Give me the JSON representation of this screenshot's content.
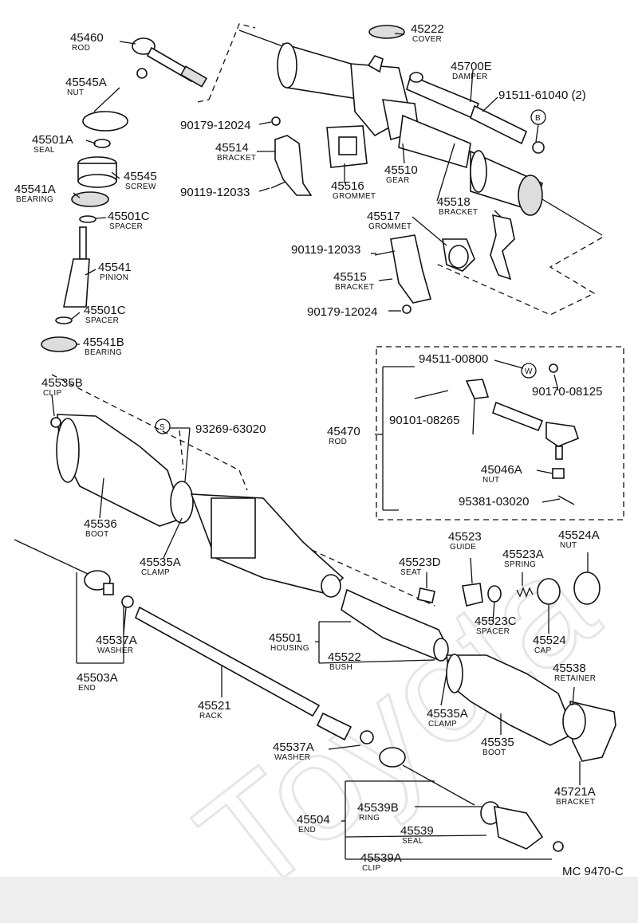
{
  "diagram_code": "MC 9470-C",
  "watermark": "Toyota",
  "callouts": [
    {
      "id": "c45460",
      "number": "45460",
      "name": "ROD"
    },
    {
      "id": "c45545A",
      "number": "45545A",
      "name": "NUT"
    },
    {
      "id": "c45501A",
      "number": "45501A",
      "name": "SEAL"
    },
    {
      "id": "c45545",
      "number": "45545",
      "name": "SCREW"
    },
    {
      "id": "c45541A",
      "number": "45541A",
      "name": "BEARING"
    },
    {
      "id": "c45501C",
      "number": "45501C",
      "name": "SPACER"
    },
    {
      "id": "c45541",
      "number": "45541",
      "name": "PINION"
    },
    {
      "id": "c45501Cb",
      "number": "45501C",
      "name": "SPACER"
    },
    {
      "id": "c45541B",
      "number": "45541B",
      "name": "BEARING"
    },
    {
      "id": "c45535B",
      "number": "45535B",
      "name": "CLIP"
    },
    {
      "id": "c45222",
      "number": "45222",
      "name": "COVER"
    },
    {
      "id": "c45700E",
      "number": "45700E",
      "name": "DAMPER"
    },
    {
      "id": "c91511",
      "number": "91511-61040 (2)",
      "name": ""
    },
    {
      "id": "c90179a",
      "number": "90179-12024",
      "name": ""
    },
    {
      "id": "c45514",
      "number": "45514",
      "name": "BRACKET"
    },
    {
      "id": "c90119a",
      "number": "90119-12033",
      "name": ""
    },
    {
      "id": "c45516",
      "number": "45516",
      "name": "GROMMET"
    },
    {
      "id": "c45510",
      "number": "45510",
      "name": "GEAR"
    },
    {
      "id": "c45518",
      "number": "45518",
      "name": "BRACKET"
    },
    {
      "id": "c45517",
      "number": "45517",
      "name": "GROMMET"
    },
    {
      "id": "c90119b",
      "number": "90119-12033",
      "name": ""
    },
    {
      "id": "c45515",
      "number": "45515",
      "name": "BRACKET"
    },
    {
      "id": "c90179b",
      "number": "90179-12024",
      "name": ""
    },
    {
      "id": "c94511",
      "number": "94511-00800",
      "name": ""
    },
    {
      "id": "c90170",
      "number": "90170-08125",
      "name": ""
    },
    {
      "id": "c90101",
      "number": "90101-08265",
      "name": ""
    },
    {
      "id": "c45470",
      "number": "45470",
      "name": "ROD"
    },
    {
      "id": "c45046A",
      "number": "45046A",
      "name": "NUT"
    },
    {
      "id": "c95381",
      "number": "95381-03020",
      "name": ""
    },
    {
      "id": "c93269",
      "number": "93269-63020",
      "name": ""
    },
    {
      "id": "c45536",
      "number": "45536",
      "name": "BOOT"
    },
    {
      "id": "c45535A",
      "number": "45535A",
      "name": "CLAMP"
    },
    {
      "id": "c45523",
      "number": "45523",
      "name": "GUIDE"
    },
    {
      "id": "c45524A",
      "number": "45524A",
      "name": "NUT"
    },
    {
      "id": "c45523D",
      "number": "45523D",
      "name": "SEAT"
    },
    {
      "id": "c45523A",
      "number": "45523A",
      "name": "SPRING"
    },
    {
      "id": "c45537A",
      "number": "45537A",
      "name": "WASHER"
    },
    {
      "id": "c45523C",
      "number": "45523C",
      "name": "SPACER"
    },
    {
      "id": "c45524",
      "number": "45524",
      "name": "CAP"
    },
    {
      "id": "c45501",
      "number": "45501",
      "name": "HOUSING"
    },
    {
      "id": "c45522",
      "number": "45522",
      "name": "BUSH"
    },
    {
      "id": "c45538",
      "number": "45538",
      "name": "RETAINER"
    },
    {
      "id": "c45503A",
      "number": "45503A",
      "name": "END"
    },
    {
      "id": "c45521",
      "number": "45521",
      "name": "RACK"
    },
    {
      "id": "c45535Ab",
      "number": "45535A",
      "name": "CLAMP"
    },
    {
      "id": "c45535",
      "number": "45535",
      "name": "BOOT"
    },
    {
      "id": "c45537Ab",
      "number": "45537A",
      "name": "WASHER"
    },
    {
      "id": "c45721A",
      "number": "45721A",
      "name": "BRACKET"
    },
    {
      "id": "c45539B",
      "number": "45539B",
      "name": "RING"
    },
    {
      "id": "c45504",
      "number": "45504",
      "name": "END"
    },
    {
      "id": "c45539",
      "number": "45539",
      "name": "SEAL"
    },
    {
      "id": "c45539A",
      "number": "45539A",
      "name": "CLIP"
    }
  ],
  "symbols": {
    "b": "B",
    "s": "S",
    "w": "W"
  }
}
